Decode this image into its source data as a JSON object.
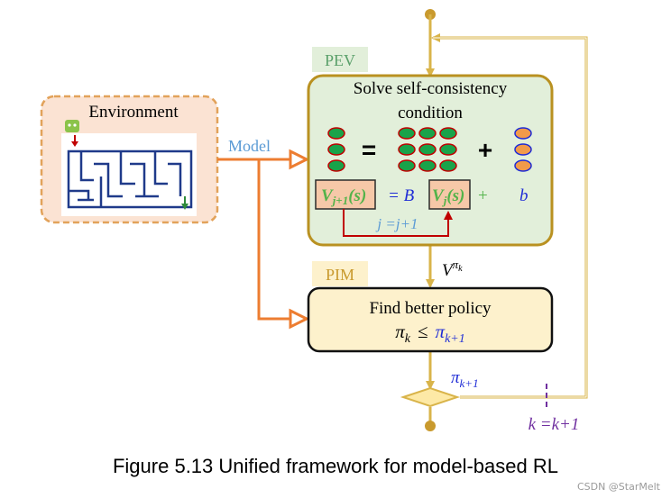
{
  "pev": {
    "tag": "PEV",
    "title_line1": "Solve self-consistency",
    "title_line2": "condition",
    "eq_equals": "=",
    "eq_plus": "+",
    "lhs_V": "V",
    "lhs_sub": "j+1",
    "lhs_arg": "(s)",
    "mid_eq": "= B",
    "rhs_V": "V",
    "rhs_sub": "j",
    "rhs_arg": "(s)",
    "plus_b": "+",
    "b": "b",
    "iter_label": "j =j+1"
  },
  "environment": {
    "label": "Environment"
  },
  "model_label": "Model",
  "value_label": {
    "base": "V",
    "sup": "π",
    "supsub": "k"
  },
  "pim": {
    "tag": "PIM",
    "title": "Find better policy",
    "lhs": "π",
    "lhs_sub": "k",
    "op": "≤",
    "rhs": "π",
    "rhs_sub": "k+1"
  },
  "policy_out": {
    "base": "π",
    "sub": "k+1"
  },
  "k_update": "k =k+1",
  "caption": "Figure 5.13 Unified framework for model-based RL",
  "watermark": "CSDN @StarMelt",
  "colors": {
    "env_fill": "#fbe3d3",
    "env_border": "#e2a25a",
    "pev_fill": "#e2efda",
    "pev_border": "#b99121",
    "tag_fill": "#e2efda",
    "pim_fill": "#fdf1cc",
    "flow_line": "#d9b44a",
    "model_arrow": "#ed7d31",
    "model_text": "#5b9bd5",
    "purple": "#7030a0",
    "blue_math": "#1f2cd6",
    "green_math": "#53b34a",
    "red_arrow": "#c00000",
    "green_dot": "#19a34a",
    "orange_dot": "#f29a4a",
    "dot_border": "#c00000"
  }
}
